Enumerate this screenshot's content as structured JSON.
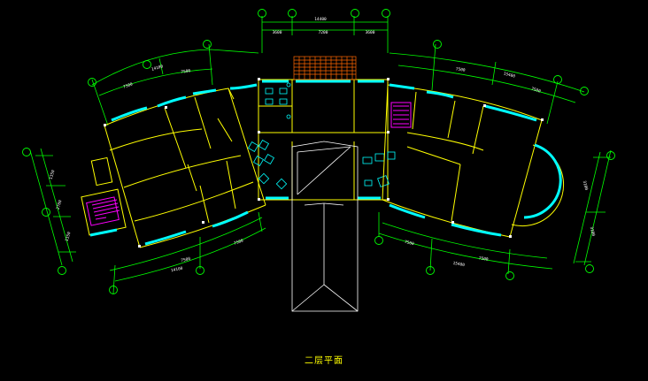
{
  "drawing": {
    "caption": "二层平面",
    "colors": {
      "background": "#000000",
      "dimension": "#00ff00",
      "wall": "#ffff00",
      "window": "#00ffff",
      "stair": "#ff00ff",
      "roof": "#ffffff",
      "grid_bubble": "#00ff00",
      "balcony": "#ff6600"
    },
    "dimensions": {
      "top_total": "14400",
      "top_spans": [
        "3600",
        "7200",
        "3600"
      ],
      "left_top_total": "14100",
      "left_top_spans": [
        "7500",
        "7500"
      ],
      "left_bottom_total": "14100",
      "left_bottom_spans": [
        "7500",
        "7500"
      ],
      "right_top_total": "15400",
      "right_top_spans": [
        "7500",
        "7500"
      ],
      "right_bottom_total": "15400",
      "right_bottom_spans": [
        "7500",
        "7500"
      ],
      "left_side": [
        "1350",
        "2700",
        "1350"
      ],
      "right_side": [
        "3100",
        "3100"
      ]
    }
  }
}
